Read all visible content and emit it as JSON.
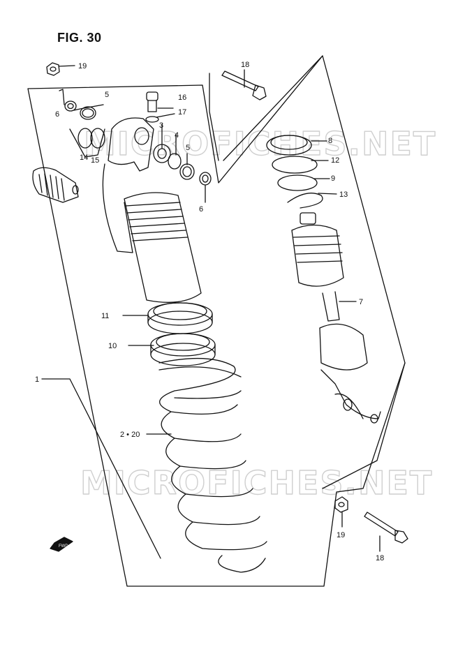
{
  "figure": {
    "title": "FIG. 30"
  },
  "watermark": "MICROFICHES.NET",
  "fwd_badge": "FWD",
  "callouts": [
    {
      "id": "c1",
      "text": "1"
    },
    {
      "id": "c2",
      "text": "2 • 20"
    },
    {
      "id": "c3",
      "text": "3"
    },
    {
      "id": "c4",
      "text": "4"
    },
    {
      "id": "c5a",
      "text": "5"
    },
    {
      "id": "c5b",
      "text": "5"
    },
    {
      "id": "c6a",
      "text": "6"
    },
    {
      "id": "c6b",
      "text": "6"
    },
    {
      "id": "c7",
      "text": "7"
    },
    {
      "id": "c8",
      "text": "8"
    },
    {
      "id": "c9",
      "text": "9"
    },
    {
      "id": "c10",
      "text": "10"
    },
    {
      "id": "c11",
      "text": "11"
    },
    {
      "id": "c12",
      "text": "12"
    },
    {
      "id": "c13",
      "text": "13"
    },
    {
      "id": "c14",
      "text": "14"
    },
    {
      "id": "c15",
      "text": "15"
    },
    {
      "id": "c16",
      "text": "16"
    },
    {
      "id": "c17",
      "text": "17"
    },
    {
      "id": "c18a",
      "text": "18"
    },
    {
      "id": "c18b",
      "text": "18"
    },
    {
      "id": "c19a",
      "text": "19"
    },
    {
      "id": "c19b",
      "text": "19"
    }
  ],
  "colors": {
    "line": "#111111",
    "watermark": "#cfcfcf",
    "background": "#ffffff"
  }
}
